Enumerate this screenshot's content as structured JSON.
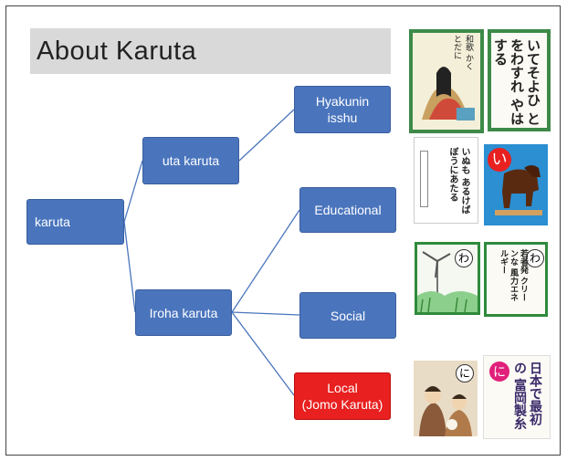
{
  "slide": {
    "title": "About  Karuta"
  },
  "nodes": {
    "karuta": "karuta",
    "uta_karuta": "uta karuta",
    "iroha_karuta": "Iroha karuta",
    "hyakunin": "Hyakunin\nisshu",
    "educational": "Educational",
    "social": "Social",
    "local": "Local\n(Jomo Karuta)"
  },
  "colors": {
    "node_blue": "#4a75bd",
    "node_red": "#e82020",
    "connector": "#4a75bd",
    "title_bar": "#d9d9d9"
  },
  "cards": {
    "hyakunin_reading_text": "和歌 かくとだに",
    "hyakunin_grabbing_text": "いてそよひ とをわすれ やはする",
    "educational_text_card": "いぬも あるけば ぼうにあたる",
    "educational_picture_char": "い",
    "social_picture_char": "わ",
    "social_text_char": "わ",
    "social_text_card": "若者発 クリーンな 風力エネルギー",
    "local_picture_char": "に",
    "local_text_char": "に",
    "local_text_card": "日本で最初の 富岡製糸"
  }
}
